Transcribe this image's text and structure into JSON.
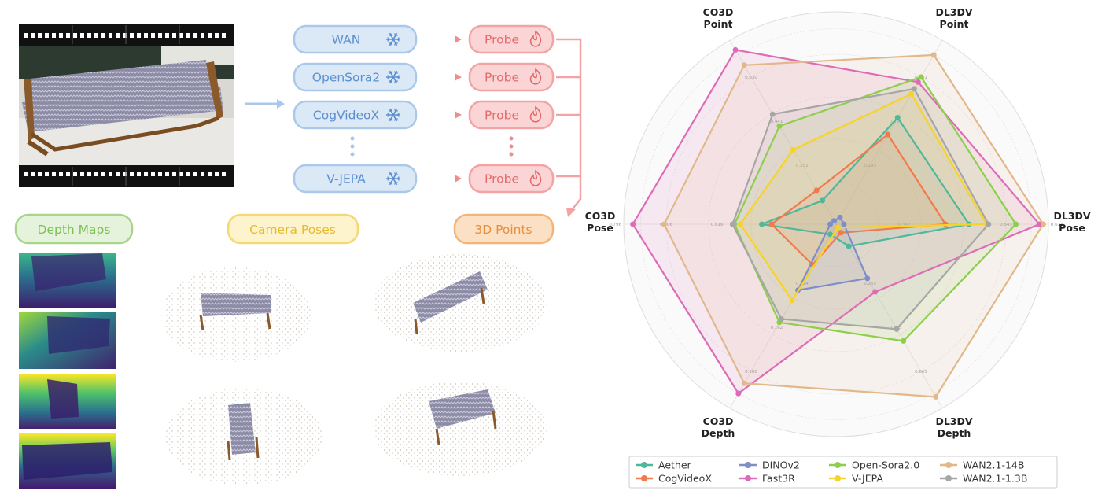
{
  "pipeline": {
    "models": [
      {
        "label": "WAN",
        "icon": "snowflake-icon"
      },
      {
        "label": "OpenSora2",
        "icon": "snowflake-icon"
      },
      {
        "label": "CogVideoX",
        "icon": "snowflake-icon"
      },
      {
        "label": "V-JEPA",
        "icon": "snowflake-icon"
      }
    ],
    "probe_label": "Probe",
    "probe_icon": "fire-icon",
    "outputs": [
      "Depth Maps",
      "Camera Poses",
      "3D Points"
    ],
    "colors": {
      "model_fill": "#dbe8f6",
      "model_stroke": "#a9c8ea",
      "model_text": "#5b8fd0",
      "probe_fill": "#fbd5d5",
      "probe_stroke": "#f3a3a3",
      "probe_text": "#e26b6b",
      "depth_fill": "#e6f3dc",
      "depth_stroke": "#a8d58a",
      "depth_text": "#7cbf55",
      "camera_fill": "#fdf3cc",
      "camera_stroke": "#f3d874",
      "camera_text": "#e7bb2e",
      "points_fill": "#fbe0c4",
      "points_stroke": "#f2b47a",
      "points_text": "#e58f3f"
    }
  },
  "chart_data": {
    "type": "radar",
    "axes": [
      {
        "name": "CO3D\nPoint",
        "ticks": [
          "0.252",
          "0.441",
          "0.630"
        ]
      },
      {
        "name": "DL3DV\nPoint",
        "ticks": [
          "0.193",
          "0.337",
          "0.481"
        ]
      },
      {
        "name": "DL3DV\nPose",
        "ticks": [
          "0.362",
          "0.452",
          "0.543",
          "0.633"
        ]
      },
      {
        "name": "DL3DV\nDepth",
        "ticks": [
          "0.265",
          "0.465",
          "0.665"
        ]
      },
      {
        "name": "CO3D\nDepth",
        "ticks": [
          "0.124",
          "0.162",
          "0.200"
        ]
      },
      {
        "name": "CO3D\nPose",
        "ticks": [
          "0.526",
          "0.616",
          "0.706",
          "0.796"
        ]
      }
    ],
    "series": [
      {
        "name": "Aether",
        "color": "#4fb79a",
        "values": [
          0.14,
          0.63,
          0.68,
          0.13,
          0.06,
          0.38
        ]
      },
      {
        "name": "CogVideoX",
        "color": "#f07a4e",
        "values": [
          0.2,
          0.53,
          0.56,
          0.05,
          0.24,
          0.33
        ]
      },
      {
        "name": "DINOv2",
        "color": "#7d8fc8",
        "values": [
          0.02,
          0.04,
          0.04,
          0.32,
          0.39,
          0.03
        ]
      },
      {
        "name": "Fast3R",
        "color": "#dd6bb7",
        "values": [
          1.03,
          0.84,
          1.04,
          0.4,
          1.0,
          1.04
        ]
      },
      {
        "name": "Open-Sora2.0",
        "color": "#8ccf4d",
        "values": [
          0.58,
          0.87,
          0.92,
          0.69,
          0.58,
          0.52
        ]
      },
      {
        "name": "V-JEPA",
        "color": "#f7d327",
        "values": [
          0.44,
          0.77,
          0.77,
          0.02,
          0.45,
          0.49
        ]
      },
      {
        "name": "WAN2.1-14B",
        "color": "#e2b88b",
        "values": [
          0.94,
          1.0,
          1.06,
          1.02,
          0.94,
          0.88
        ]
      },
      {
        "name": "WAN2.1-1.3B",
        "color": "#a6a6a6",
        "values": [
          0.65,
          0.8,
          0.78,
          0.62,
          0.56,
          0.53
        ]
      }
    ]
  }
}
